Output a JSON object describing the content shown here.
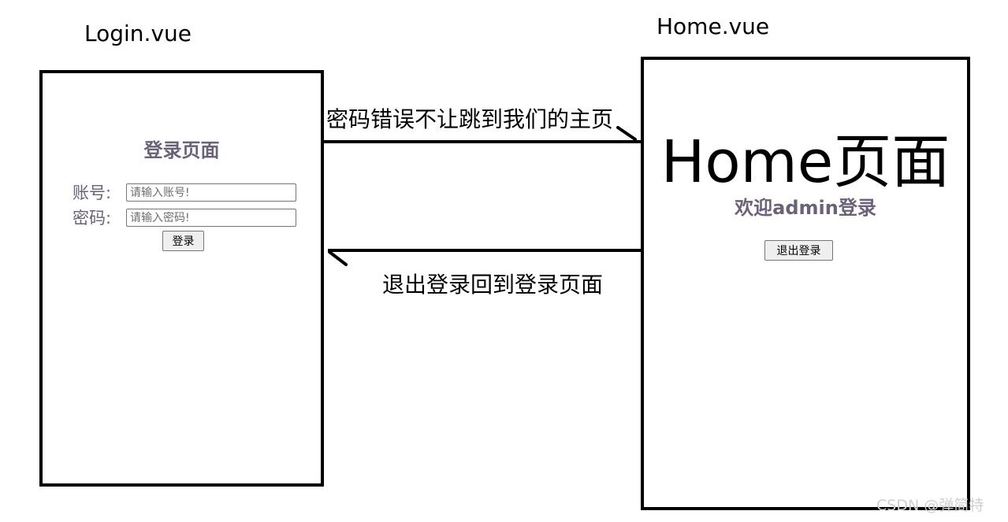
{
  "login": {
    "file_label": "Login.vue",
    "title": "登录页面",
    "account_label": "账号:",
    "account_placeholder": "请输入账号!",
    "password_label": "密码:",
    "password_placeholder": "请输入密码!",
    "button_label": "登录"
  },
  "home": {
    "file_label": "Home.vue",
    "big_title": "Home页面",
    "welcome": "欢迎admin登录",
    "logout_label": "退出登录"
  },
  "arrows": {
    "forward_label": "密码错误不让跳到我们的主页",
    "back_label": "退出登录回到登录页面"
  },
  "watermark": "CSDN @弹简特",
  "colors": {
    "heading": "#6b6178",
    "line": "#000000"
  }
}
